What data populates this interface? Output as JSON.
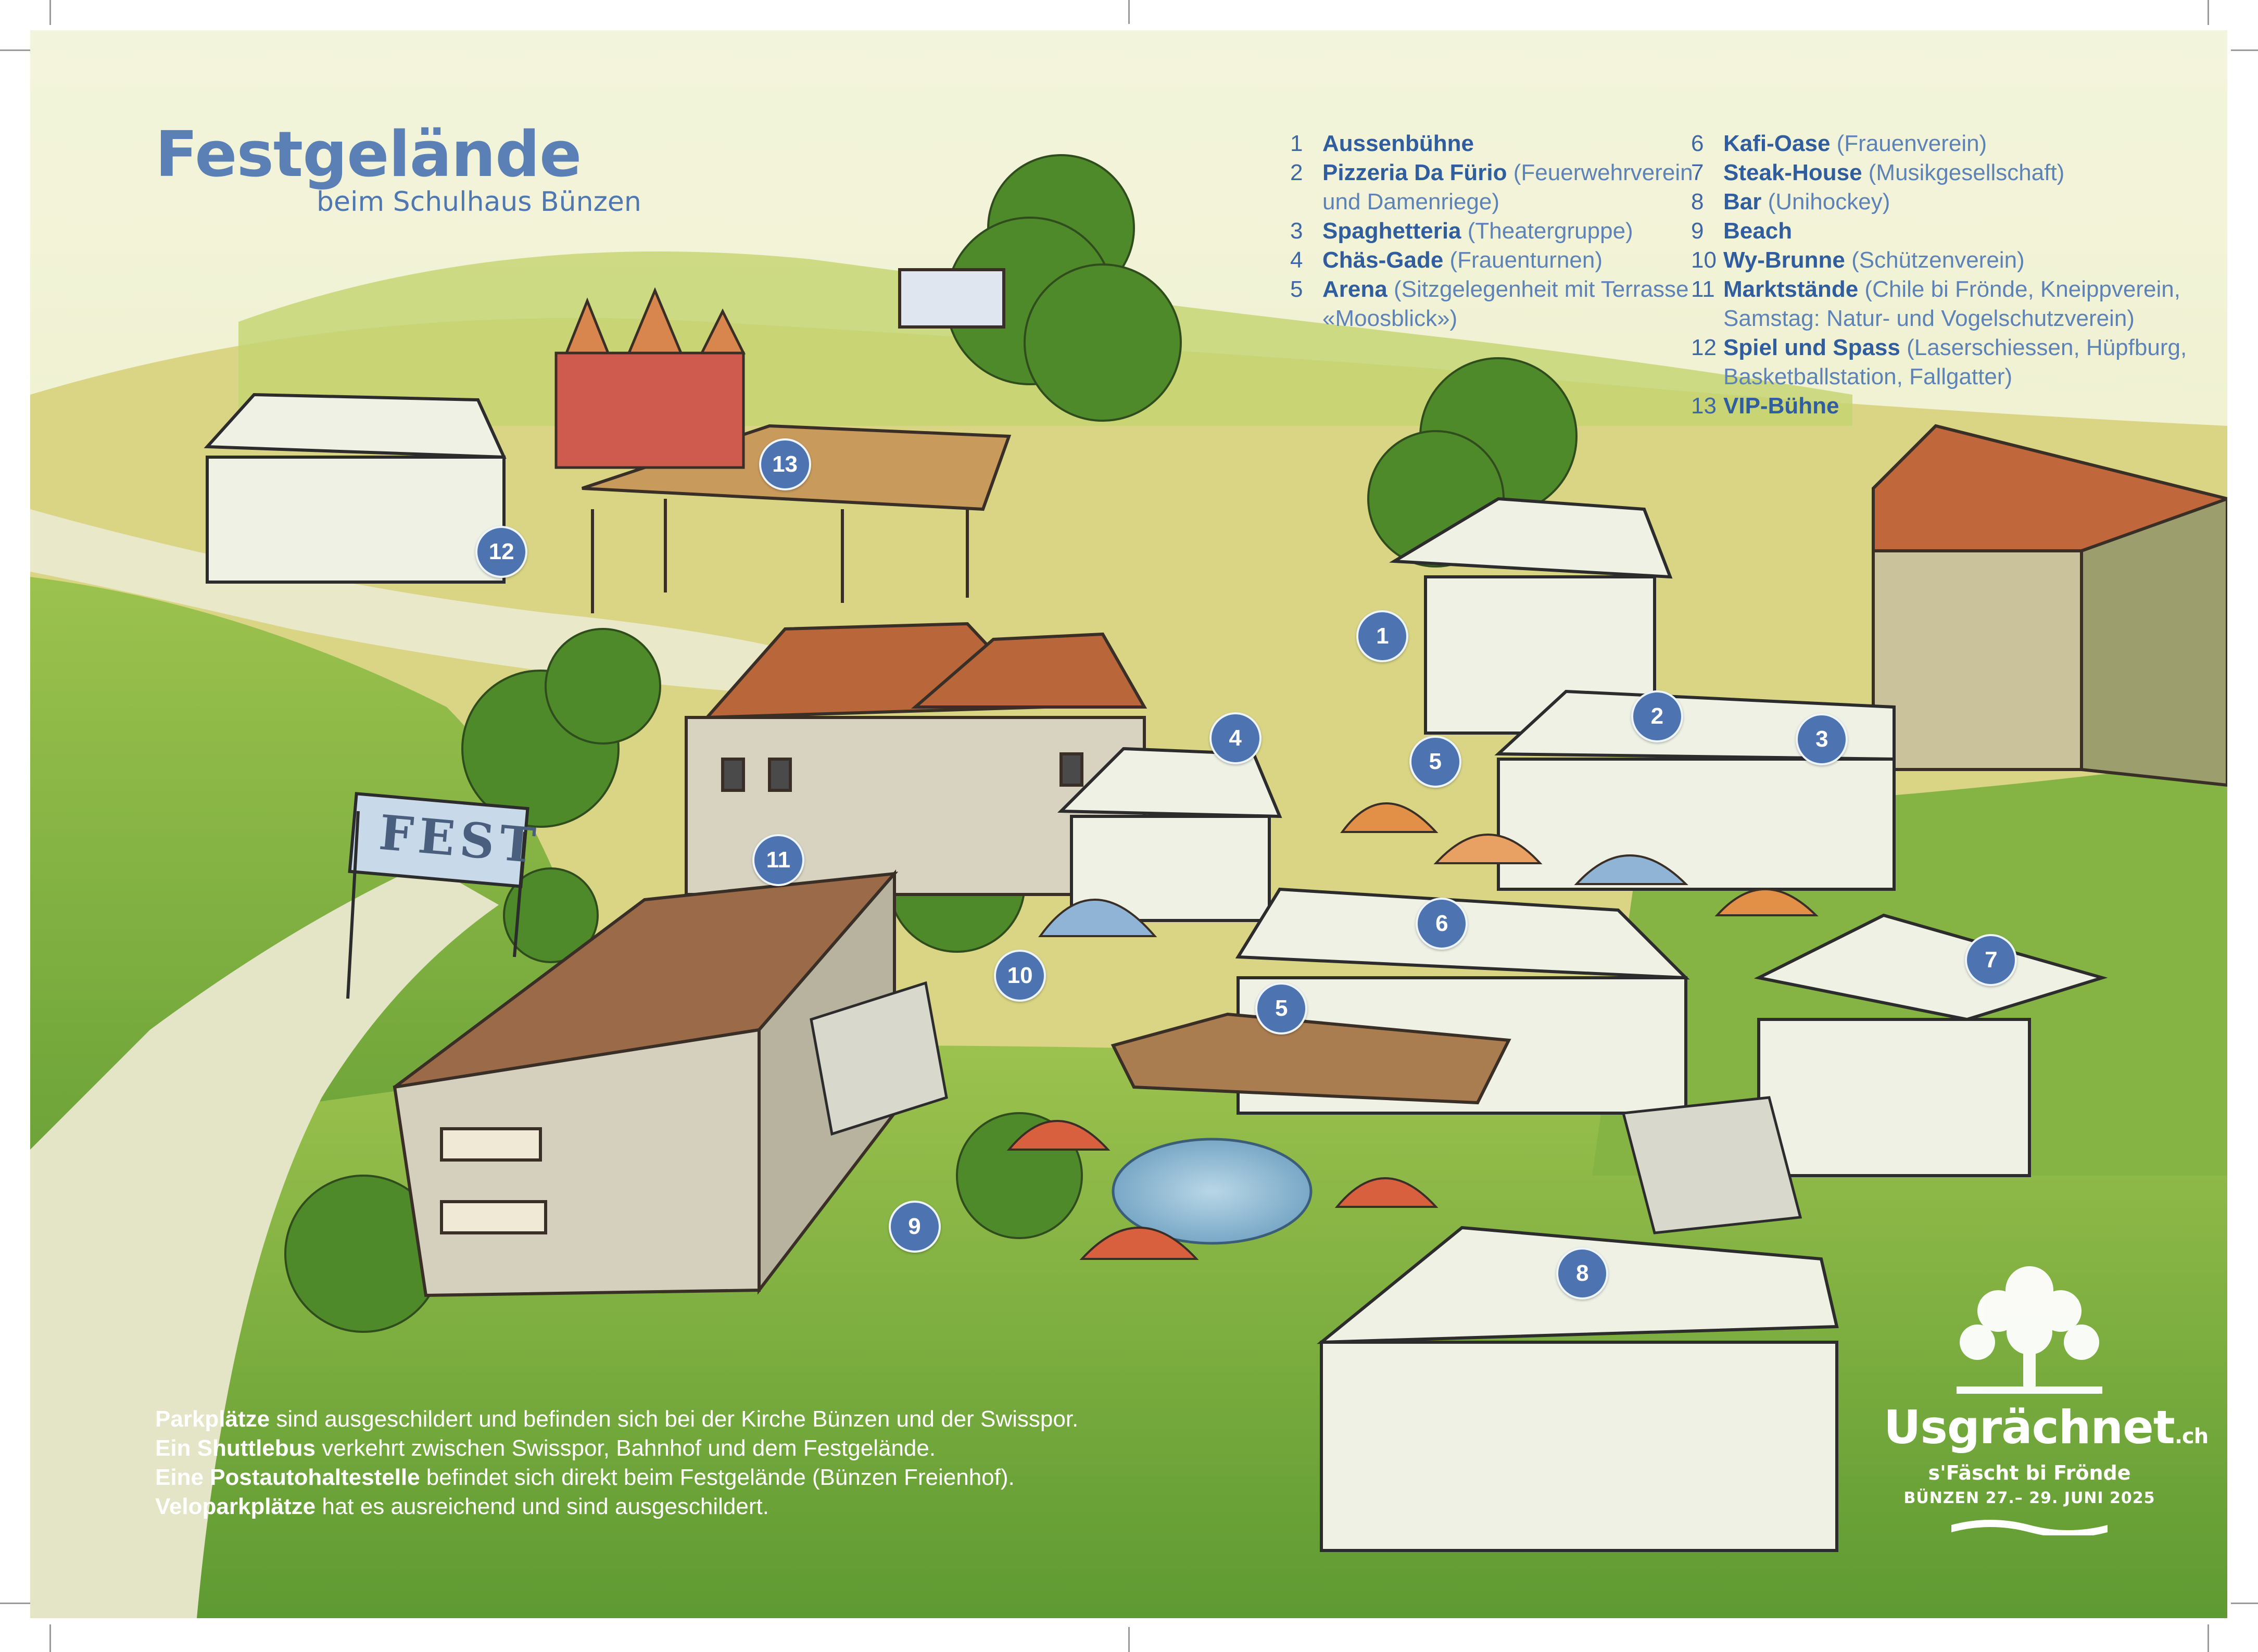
{
  "title": "Festgelände",
  "subtitle": "beim Schulhaus Bünzen",
  "legend": {
    "column1": [
      {
        "num": "1",
        "name": "Aussenbühne",
        "detail": ""
      },
      {
        "num": "2",
        "name": "Pizzeria Da Fürio",
        "detail": "(Feuerwehrverein und Damenriege)"
      },
      {
        "num": "3",
        "name": "Spaghetteria",
        "detail": "(Theatergruppe)"
      },
      {
        "num": "4",
        "name": "Chäs-Gade",
        "detail": "(Frauenturnen)"
      },
      {
        "num": "5",
        "name": "Arena",
        "detail": "(Sitzgelegenheit mit Terrasse «Moosblick»)"
      }
    ],
    "column2": [
      {
        "num": "6",
        "name": "Kafi-Oase",
        "detail": "(Frauenverein)"
      },
      {
        "num": "7",
        "name": "Steak-House",
        "detail": "(Musikgesellschaft)"
      },
      {
        "num": "8",
        "name": "Bar",
        "detail": "(Unihockey)"
      },
      {
        "num": "9",
        "name": "Beach",
        "detail": ""
      },
      {
        "num": "10",
        "name": "Wy-Brunne",
        "detail": "(Schützenverein)"
      },
      {
        "num": "11",
        "name": "Marktstände",
        "detail": "(Chile bi Frönde, Kneippverein, Samstag: Natur- und Vogelschutzverein)"
      },
      {
        "num": "12",
        "name": "Spiel und Spass",
        "detail": "(Laserschiessen, Hüpfburg, Basketballstation, Fallgatter)"
      },
      {
        "num": "13",
        "name": "VIP-Bühne",
        "detail": ""
      }
    ]
  },
  "markers": [
    {
      "label": "1",
      "x": 0.6155,
      "y": 0.3815
    },
    {
      "label": "2",
      "x": 0.7405,
      "y": 0.432
    },
    {
      "label": "3",
      "x": 0.8155,
      "y": 0.4465
    },
    {
      "label": "4",
      "x": 0.5485,
      "y": 0.446
    },
    {
      "label": "5",
      "x": 0.6395,
      "y": 0.4605
    },
    {
      "label": "5",
      "x": 0.5695,
      "y": 0.616
    },
    {
      "label": "6",
      "x": 0.6425,
      "y": 0.5625
    },
    {
      "label": "7",
      "x": 0.8925,
      "y": 0.5855
    },
    {
      "label": "8",
      "x": 0.7065,
      "y": 0.783
    },
    {
      "label": "9",
      "x": 0.4025,
      "y": 0.7535
    },
    {
      "label": "10",
      "x": 0.4505,
      "y": 0.5955
    },
    {
      "label": "11",
      "x": 0.3405,
      "y": 0.5225
    },
    {
      "label": "12",
      "x": 0.2145,
      "y": 0.3285
    },
    {
      "label": "13",
      "x": 0.3435,
      "y": 0.2735
    }
  ],
  "fest_sign": "FEST",
  "info": [
    {
      "bold": "Parkplätze",
      "rest": " sind ausgeschildert und befinden sich bei der Kirche Bünzen und der Swisspor."
    },
    {
      "bold": "Ein Shuttlebus",
      "rest": " verkehrt zwischen Swisspor, Bahnhof und dem Festgelände."
    },
    {
      "bold": "Eine Postautohaltestelle",
      "rest": " befindet sich direkt beim Festgelände (Bünzen Freienhof)."
    },
    {
      "bold": "Veloparkplätze",
      "rest": " hat es ausreichend und sind ausgeschildert."
    }
  ],
  "brand": {
    "name": "Usgrächnet",
    "domain": ".ch",
    "tagline": "s'Fäscht bi Frönde",
    "date": "BÜNZEN 27.– 29. JUNI 2025"
  },
  "colors": {
    "marker": "#4d73b0",
    "title": "#5a80b6",
    "legend_text": "#3f67a6",
    "grass": "#6fa53a",
    "path": "#e4e4c6",
    "roof": "#b8663a"
  }
}
